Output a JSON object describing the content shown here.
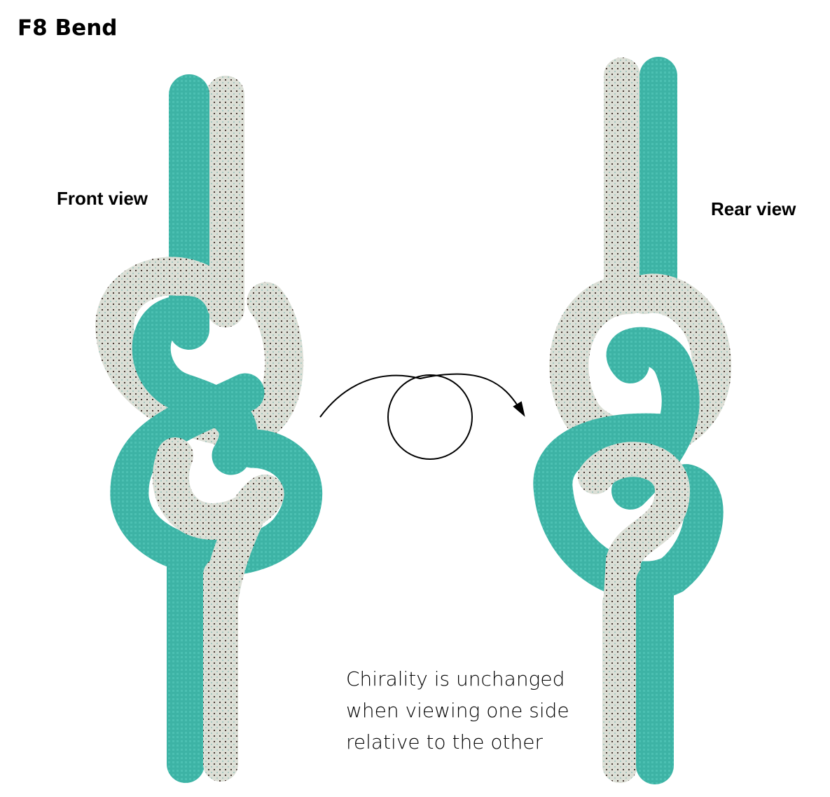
{
  "title": "F8 Bend",
  "labels": {
    "front": "Front view",
    "rear": "Rear view"
  },
  "caption": [
    "Chirality is unchanged",
    "when viewing one side",
    "relative to the other"
  ],
  "colors": {
    "teal_rope": "#3fb3a6",
    "gray_rope": "#d9ddd3",
    "text": "#000000"
  }
}
